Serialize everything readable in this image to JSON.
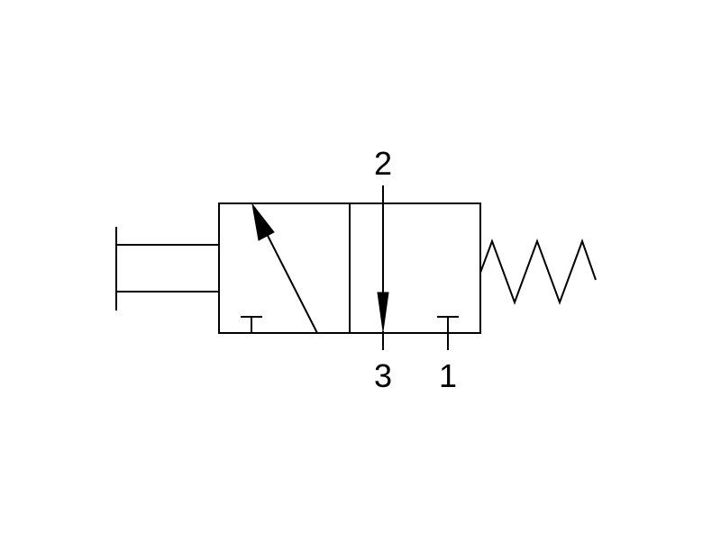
{
  "ports": {
    "port_2": "2",
    "port_3": "3",
    "port_1": "1"
  },
  "colors": {
    "line": "#000000",
    "background": "#ffffff"
  }
}
